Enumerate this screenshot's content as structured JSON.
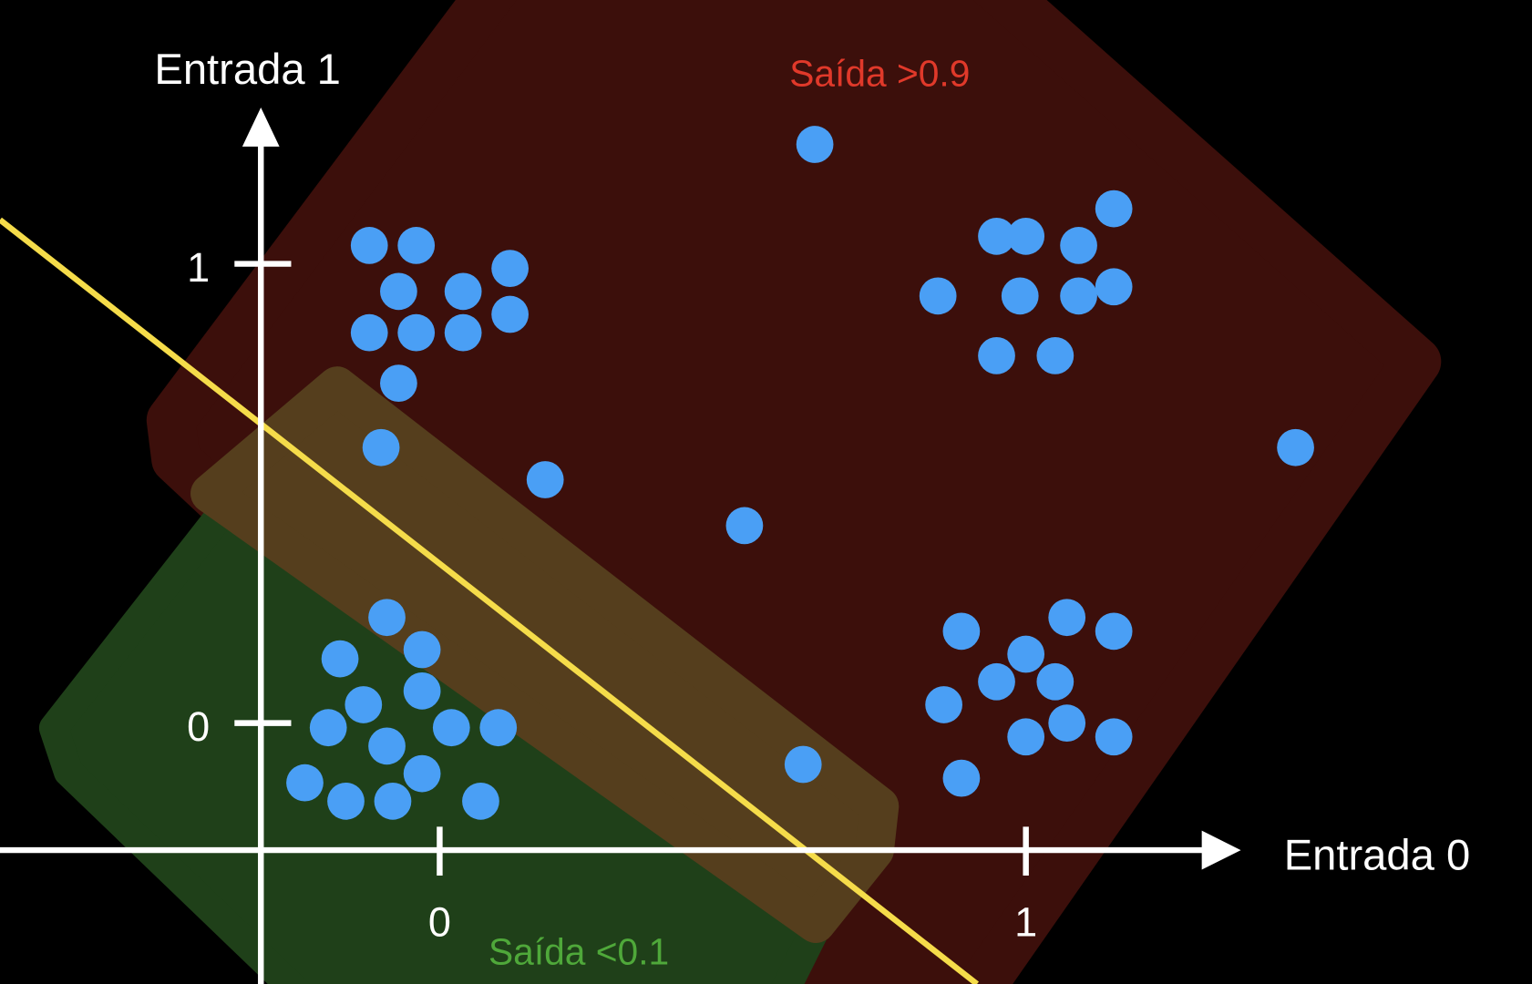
{
  "axes": {
    "x_title": "Entrada 0",
    "y_title": "Entrada 1",
    "x_ticks": [
      "0",
      "1"
    ],
    "y_ticks": [
      "1",
      "0"
    ]
  },
  "regions": {
    "high_label": "Saída >0.9",
    "low_label": "Saída <0.1"
  },
  "colors": {
    "background": "#000000",
    "high_region": "#3c0f0b",
    "low_region": "#1f4019",
    "uncertain_band": "#553e1d",
    "boundary": "#f5dc4a",
    "point": "#4a9ff5",
    "high_label": "#e0392a",
    "low_label": "#4fa83a",
    "axis": "#ffffff"
  },
  "chart_data": {
    "type": "scatter",
    "xlabel": "Entrada 0",
    "ylabel": "Entrada 1",
    "points": [
      [
        -0.12,
        1.04
      ],
      [
        -0.04,
        1.04
      ],
      [
        0.12,
        0.99
      ],
      [
        -0.07,
        0.94
      ],
      [
        0.04,
        0.94
      ],
      [
        0.12,
        0.89
      ],
      [
        -0.12,
        0.85
      ],
      [
        -0.04,
        0.85
      ],
      [
        0.04,
        0.85
      ],
      [
        -0.07,
        0.74
      ],
      [
        -0.1,
        0.6
      ],
      [
        0.18,
        0.53
      ],
      [
        0.52,
        0.43
      ],
      [
        0.64,
        1.26
      ],
      [
        1.15,
        1.12
      ],
      [
        0.95,
        1.06
      ],
      [
        1.0,
        1.06
      ],
      [
        1.09,
        1.04
      ],
      [
        0.85,
        0.93
      ],
      [
        0.99,
        0.93
      ],
      [
        1.09,
        0.93
      ],
      [
        1.15,
        0.95
      ],
      [
        0.95,
        0.8
      ],
      [
        1.05,
        0.8
      ],
      [
        1.46,
        0.6
      ],
      [
        -0.09,
        0.23
      ],
      [
        -0.17,
        0.14
      ],
      [
        -0.03,
        0.16
      ],
      [
        -0.03,
        0.07
      ],
      [
        -0.13,
        0.04
      ],
      [
        -0.19,
        -0.01
      ],
      [
        0.02,
        -0.01
      ],
      [
        0.1,
        -0.01
      ],
      [
        -0.09,
        -0.05
      ],
      [
        -0.03,
        -0.11
      ],
      [
        -0.23,
        -0.13
      ],
      [
        -0.16,
        -0.17
      ],
      [
        -0.08,
        -0.17
      ],
      [
        0.07,
        -0.17
      ],
      [
        0.62,
        -0.09
      ],
      [
        1.07,
        0.23
      ],
      [
        0.89,
        0.2
      ],
      [
        1.15,
        0.2
      ],
      [
        1.0,
        0.15
      ],
      [
        0.95,
        0.09
      ],
      [
        1.05,
        0.09
      ],
      [
        0.86,
        0.04
      ],
      [
        1.07,
        0.0
      ],
      [
        1.0,
        -0.03
      ],
      [
        1.15,
        -0.03
      ],
      [
        0.89,
        -0.12
      ]
    ]
  }
}
